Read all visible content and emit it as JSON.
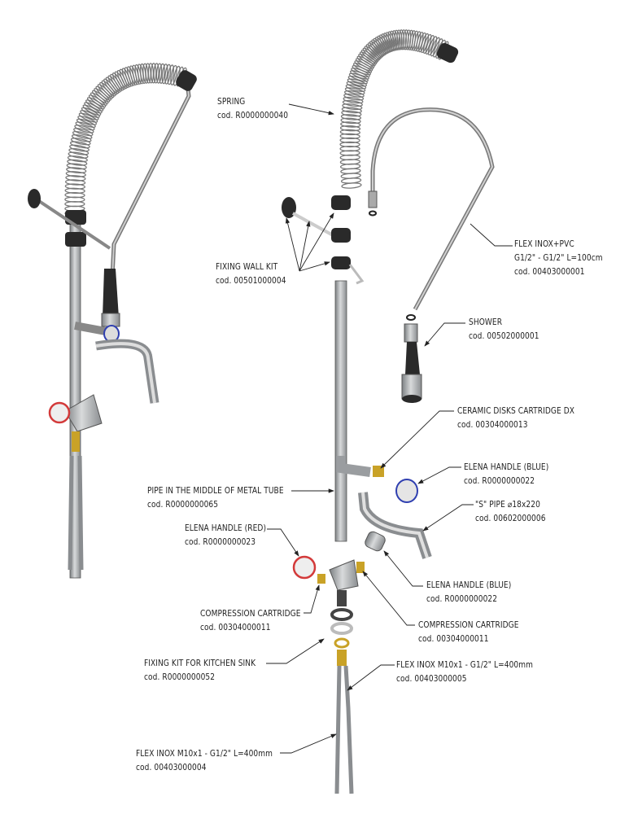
{
  "labels": [
    {
      "title": "SPRING",
      "code": "cod. R0000000040"
    },
    {
      "title": "FIXING WALL KIT",
      "code": "cod. 00501000004"
    },
    {
      "title": "FLEX INOX+PVC",
      "spec": "G1/2\" - G1/2\" L=100cm",
      "code": "cod. 00403000001"
    },
    {
      "title": "SHOWER",
      "code": "cod. 00502000001"
    },
    {
      "title": "CERAMIC DISKS CARTRIDGE DX",
      "code": "cod. 00304000013"
    },
    {
      "title": "ELENA HANDLE (BLUE)",
      "code": "cod. R0000000022"
    },
    {
      "title": "\"S\" PIPE ⌀18x220",
      "code": "cod. 00602000006"
    },
    {
      "title": "PIPE IN THE MIDDLE OF METAL TUBE",
      "code": "cod. R0000000065"
    },
    {
      "title": "ELENA HANDLE (RED)",
      "code": "cod. R0000000023"
    },
    {
      "title": "ELENA HANDLE (BLUE)",
      "code": "cod. R0000000022"
    },
    {
      "title": "COMPRESSION CARTRIDGE",
      "code": "cod. 00304000011"
    },
    {
      "title": "COMPRESSION CARTRIDGE",
      "code": "cod. 00304000011"
    },
    {
      "title": "FIXING KIT FOR KITCHEN SINK",
      "code": "cod. R0000000052"
    },
    {
      "title": "FLEX INOX M10x1 - G1/2\" L=400mm",
      "code": "cod. 00403000005"
    },
    {
      "title": "FLEX INOX M10x1 - G1/2\" L=400mm",
      "code": "cod. 00403000004"
    }
  ],
  "colors": {
    "metal": "#a9acaf",
    "dark": "#2a2a2a",
    "red": "#d33a3a",
    "blue": "#2f3fb0",
    "brass": "#c9a227",
    "line": "#222222"
  }
}
